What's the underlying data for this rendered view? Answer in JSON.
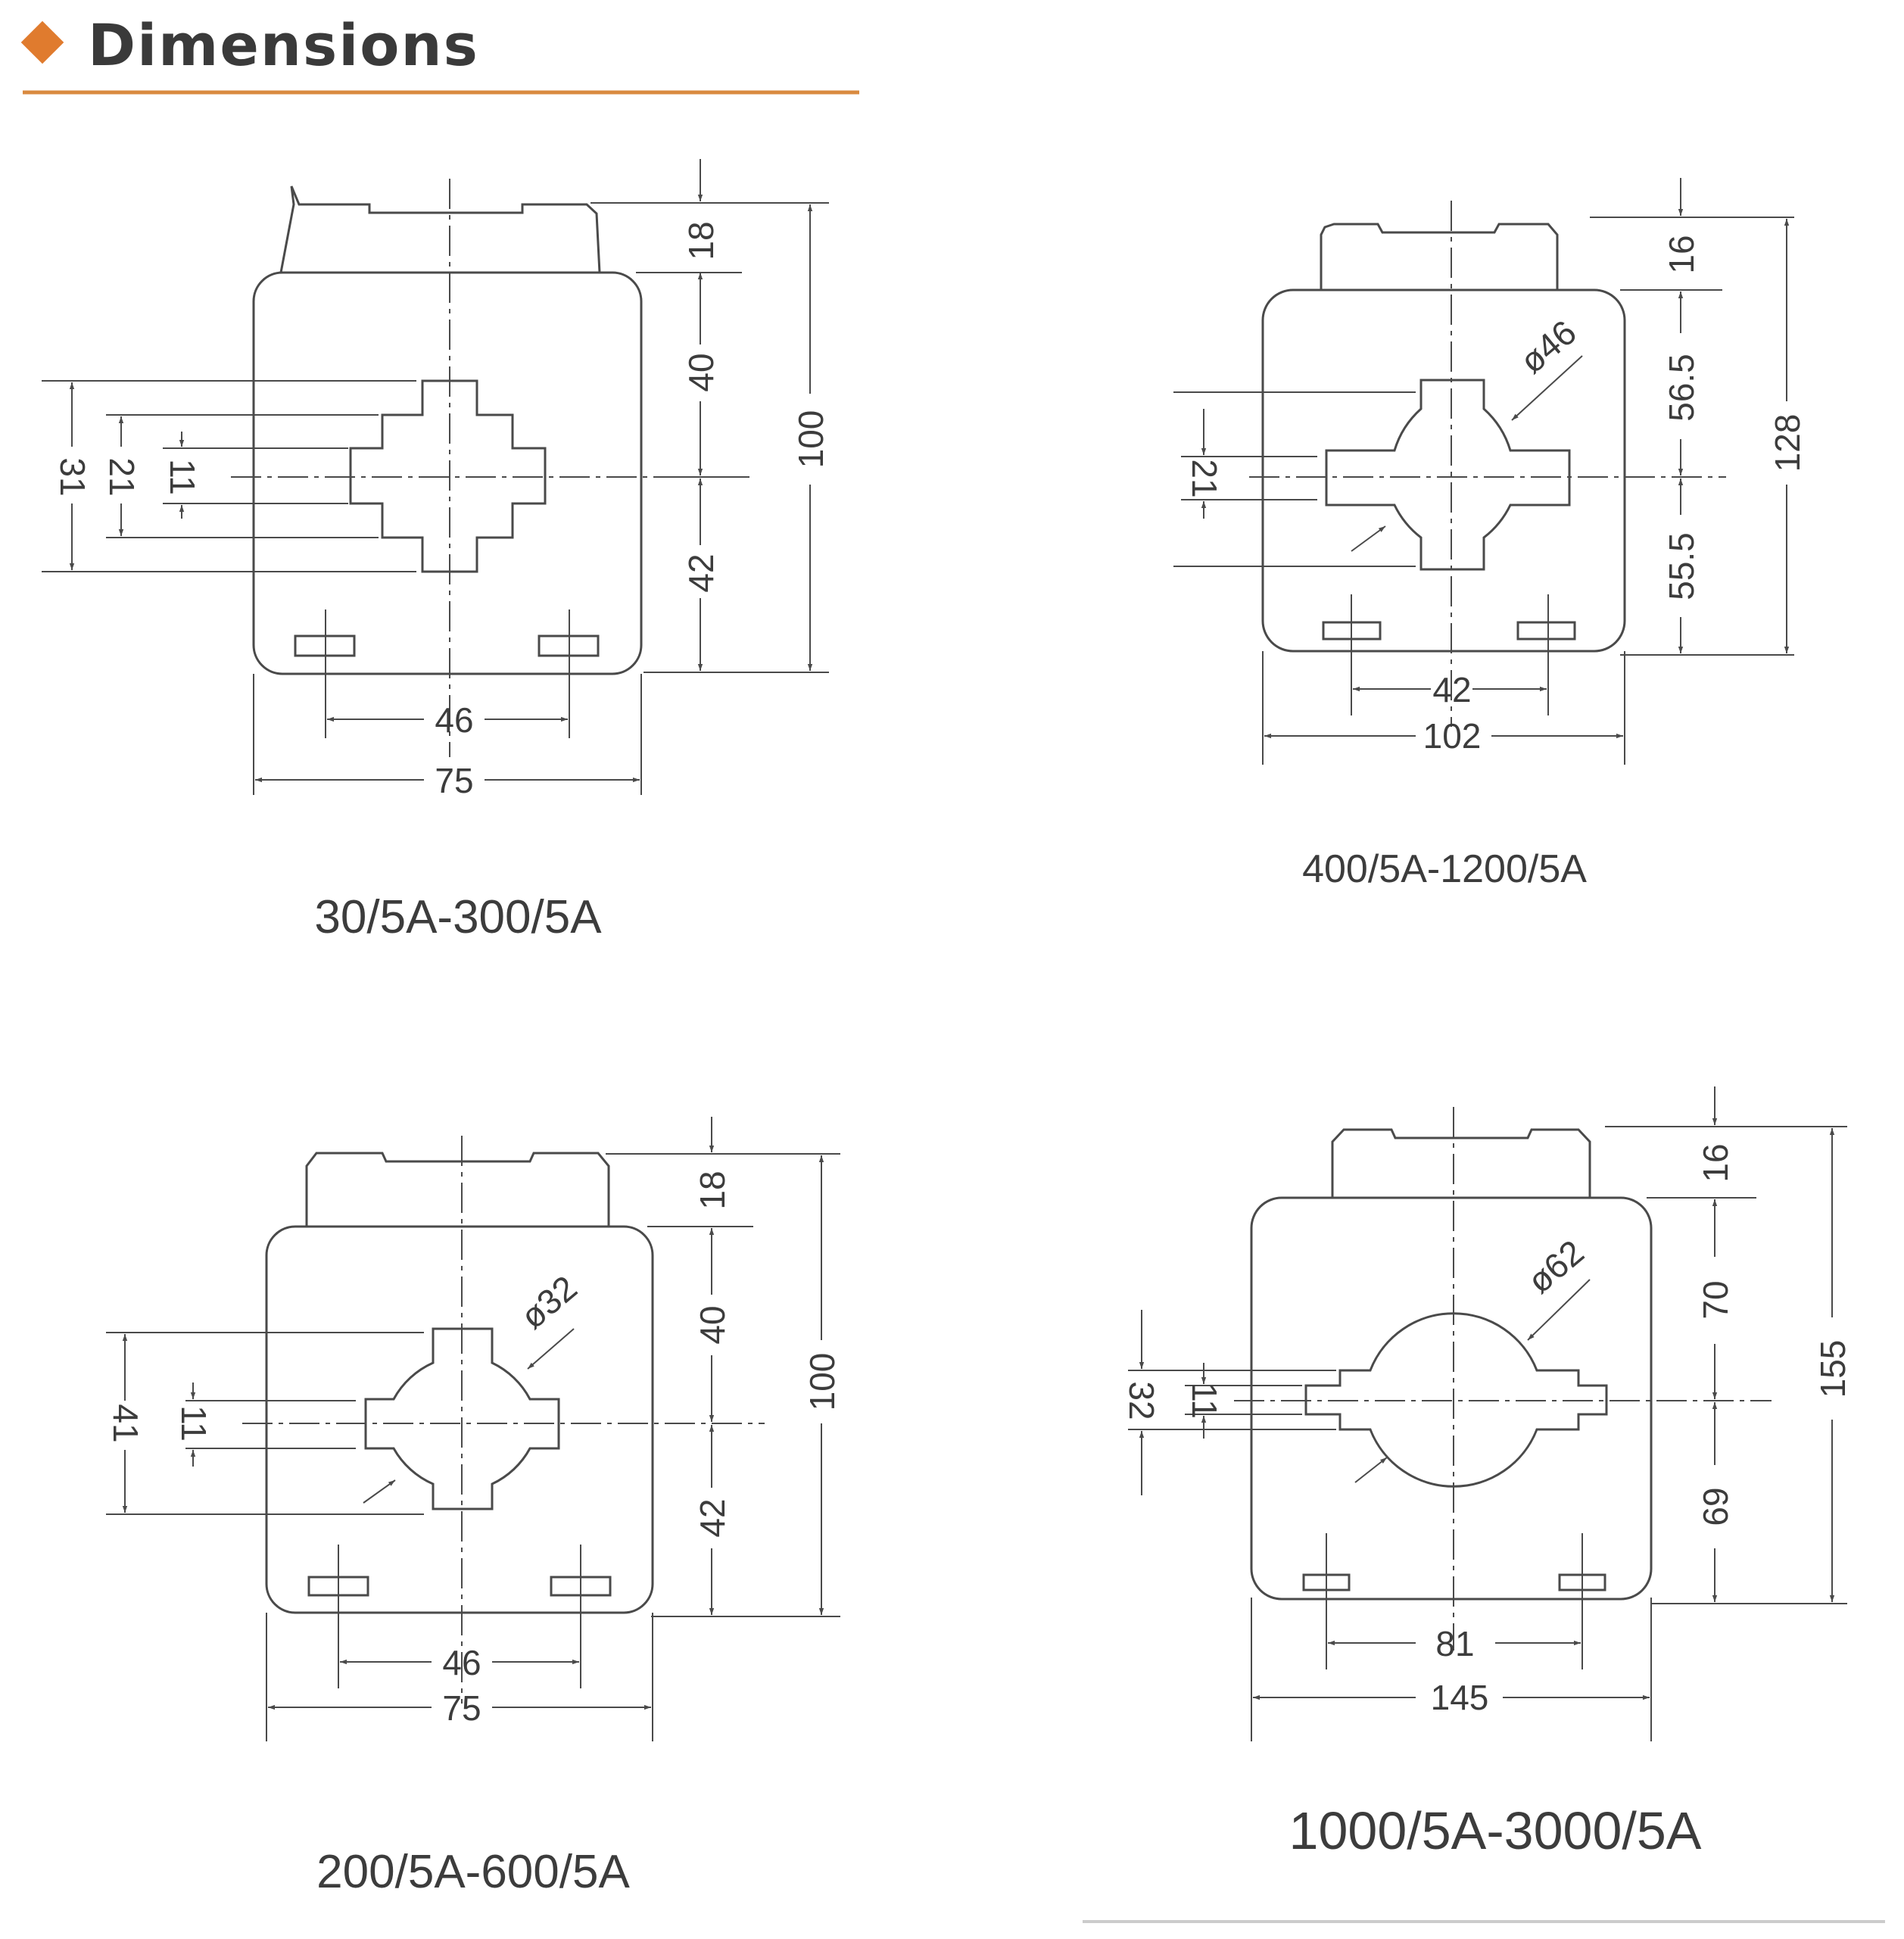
{
  "header": {
    "title": "Dimensions",
    "accent_color": "#e07b2e",
    "rule_color": "#d98a3f",
    "text_color": "#3a3a3a"
  },
  "colors": {
    "line": "#4a4a4a",
    "text": "#3c3c3c"
  },
  "drawings": [
    {
      "model": "30/5A-300/5A",
      "window_shape": "stepped-cross",
      "dimensions": {
        "top_tab": "18",
        "upper": "40",
        "lower": "42",
        "total_height": "100",
        "slot_spacing": "46",
        "width": "75",
        "window_outer": "31",
        "window_mid": "21",
        "window_inner": "11"
      }
    },
    {
      "model": "400/5A-1200/5A",
      "window_shape": "round-with-slots",
      "dimensions": {
        "top_tab": "16",
        "upper": "56.5",
        "lower": "55.5",
        "total_height": "128",
        "slot_spacing": "42",
        "width": "102",
        "window_slot": "21",
        "window_diameter": "ø46"
      }
    },
    {
      "model": "200/5A-600/5A",
      "window_shape": "round-with-slots",
      "dimensions": {
        "top_tab": "18",
        "upper": "40",
        "lower": "42",
        "total_height": "100",
        "slot_spacing": "46",
        "width": "75",
        "window_height": "41",
        "window_slot": "11",
        "window_diameter": "ø32"
      }
    },
    {
      "model": "1000/5A-3000/5A",
      "window_shape": "round-with-slots",
      "dimensions": {
        "top_tab": "16",
        "upper": "70",
        "lower": "69",
        "total_height": "155",
        "slot_spacing": "81",
        "width": "145",
        "window_slot_outer": "32",
        "window_slot_inner": "11",
        "window_diameter": "ø62"
      }
    }
  ]
}
